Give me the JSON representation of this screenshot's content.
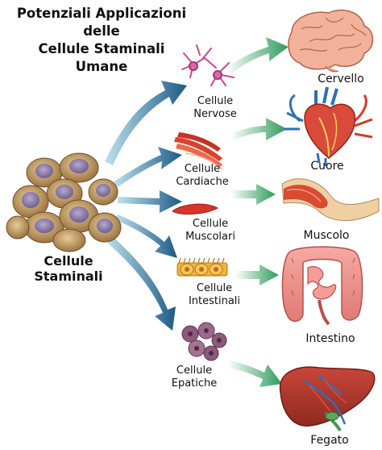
{
  "title": {
    "line1": "Potenziali Applicazioni",
    "line2": "delle",
    "line3": "Cellule Staminali",
    "line4": "Umane"
  },
  "stem_cells": {
    "line1": "Cellule",
    "line2": "Staminali"
  },
  "cell_types": [
    {
      "line1": "Cellule",
      "line2": "Nervose",
      "organ": "Cervello"
    },
    {
      "line1": "Cellule",
      "line2": "Cardiache",
      "organ": "Cuore"
    },
    {
      "line1": "Cellule",
      "line2": "Muscolari",
      "organ": "Muscolo"
    },
    {
      "line1": "Cellule",
      "line2": "Intestinali",
      "organ": "Intestino"
    },
    {
      "line1": "Cellule",
      "line2": "Epatiche",
      "organ": "Fegato"
    }
  ],
  "colors": {
    "arrow_blue": "#1f5f8f",
    "arrow_green": "#2e9a5a",
    "stem_cell": "#b08a55",
    "nucleus": "#8a7aa8"
  }
}
